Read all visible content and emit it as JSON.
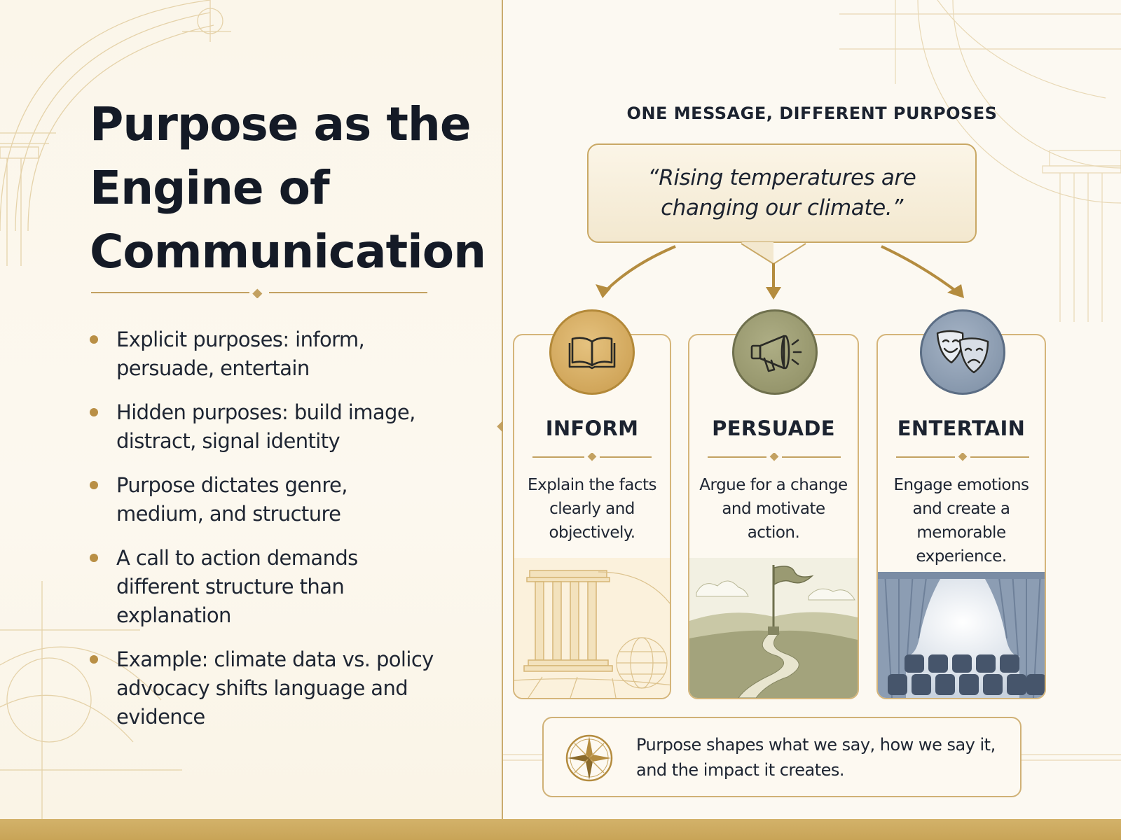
{
  "title": "Purpose as the Engine of Communication",
  "bullets": [
    "Explicit purposes: inform, persuade, entertain",
    "Hidden purposes: build image, distract, signal identity",
    "Purpose dictates genre, medium, and structure",
    "A call to action demands different structure than explanation",
    "Example: climate data vs. policy advocacy shifts language and evidence"
  ],
  "diagram": {
    "heading": "ONE MESSAGE, DIFFERENT PURPOSES",
    "quote": "“Rising temperatures are changing our climate.”",
    "cards": [
      {
        "title": "INFORM",
        "description": "Explain the facts clearly and objectively.",
        "icon": "open-book-icon",
        "color": "#d4ad63"
      },
      {
        "title": "PERSUADE",
        "description": "Argue for a change and motivate action.",
        "icon": "megaphone-icon",
        "color": "#9c9c72"
      },
      {
        "title": "ENTERTAIN",
        "description": "Engage emotions and create a memorable experience.",
        "icon": "theater-masks-icon",
        "color": "#8fa0b5"
      }
    ],
    "summary": "Purpose shapes what we say, how we say it, and the impact it creates."
  },
  "colors": {
    "accent_gold": "#c9a865",
    "background": "#fbf7ee",
    "text": "#1c2330"
  }
}
